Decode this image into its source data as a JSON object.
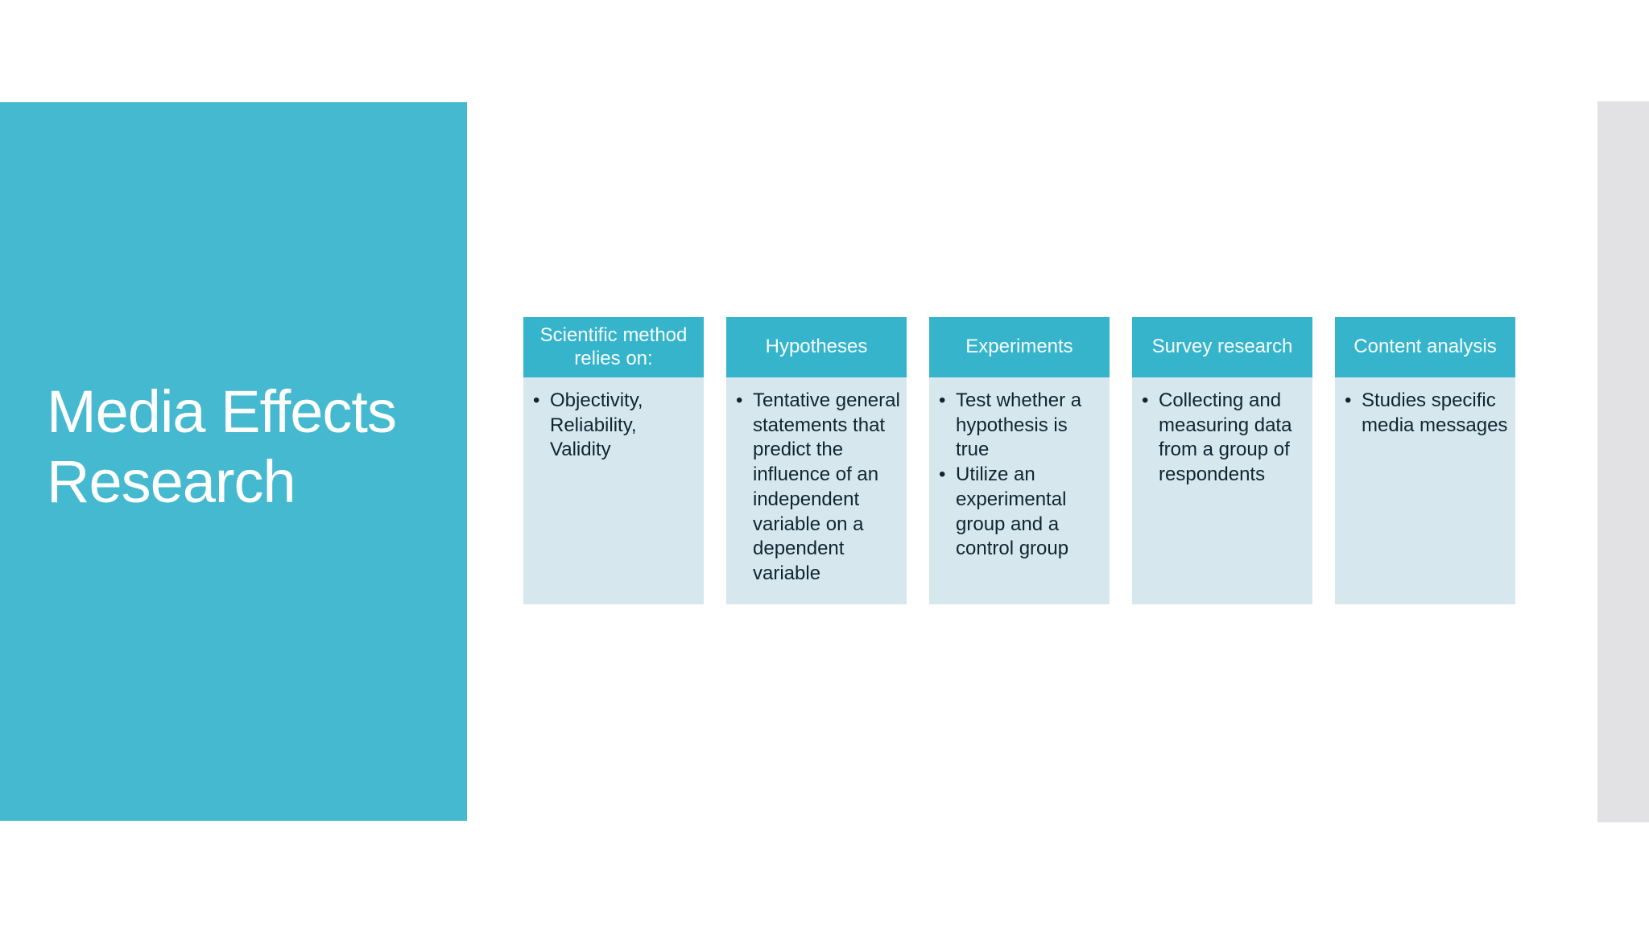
{
  "title": "Media Effects Research",
  "glyphs": {
    "bullet": "•"
  },
  "colors": {
    "panel_teal": "#45B9CF",
    "header_teal": "#36B4CB",
    "body_light_blue": "#D6E7EE",
    "side_strip_gray": "#E2E2E4",
    "title_text": "#FFFFFF",
    "body_text": "#112430",
    "background": "#FFFFFF"
  },
  "columns": [
    {
      "header": "Scientific method relies on:",
      "header_lines": [
        "Scientific method",
        "relies on:"
      ],
      "bullets": [
        "Objectivity, Reliability, Validity"
      ]
    },
    {
      "header": "Hypotheses",
      "header_lines": [
        "Hypotheses"
      ],
      "bullets": [
        "Tentative general statements that predict the influence of an independent variable on a dependent variable"
      ]
    },
    {
      "header": "Experiments",
      "header_lines": [
        "Experiments"
      ],
      "bullets": [
        "Test whether a hypothesis is true",
        "Utilize an experimental group and a control group"
      ]
    },
    {
      "header": "Survey research",
      "header_lines": [
        "Survey research"
      ],
      "bullets": [
        "Collecting and measuring data from a group of respondents"
      ]
    },
    {
      "header": "Content analysis",
      "header_lines": [
        "Content analysis"
      ],
      "bullets": [
        "Studies specific media messages"
      ]
    }
  ]
}
